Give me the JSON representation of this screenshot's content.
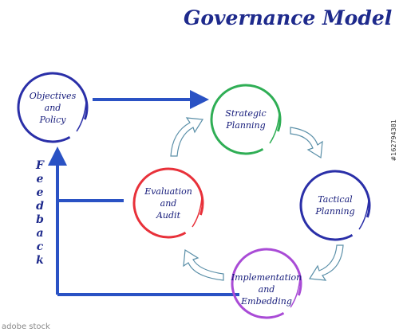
{
  "title": "Governance Model",
  "nodes": [
    {
      "id": "objectives",
      "label": "Objectives\nand\nPolicy",
      "color": "#2a2fa8"
    },
    {
      "id": "strategic",
      "label": "Strategic\nPlanning",
      "color": "#2fae55"
    },
    {
      "id": "tactical",
      "label": "Tactical\nPlanning",
      "color": "#2a2fa8"
    },
    {
      "id": "implementation",
      "label": "Implementation\nand\nEmbedding",
      "color": "#a94bd6"
    },
    {
      "id": "evaluation",
      "label": "Evaluation\nand\nAudit",
      "color": "#e8313a"
    }
  ],
  "feedback_label": "Feedback",
  "colors": {
    "main_arrow": "#2a52c4",
    "cycle_arrow": "#5a8fa8",
    "title": "#1e2a8c"
  },
  "watermark": {
    "logo": "adobe stock",
    "id": "#162794381"
  }
}
